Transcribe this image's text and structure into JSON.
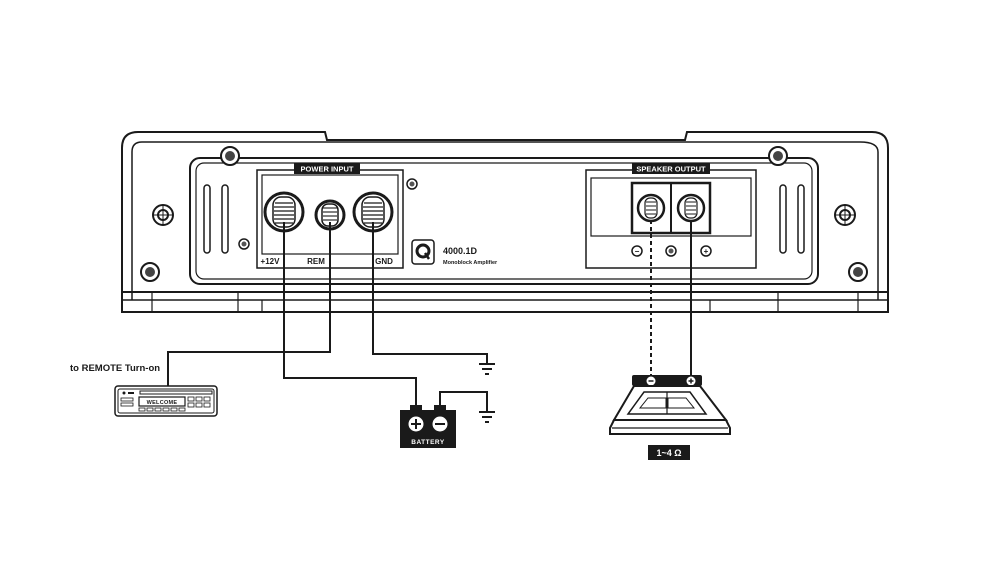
{
  "amplifier": {
    "power_input_label": "POWER INPUT",
    "terminal_12v": "+12V",
    "terminal_rem": "REM",
    "terminal_gnd": "GND",
    "model": "4000.1D",
    "model_subtitle": "Monoblock Amplifier",
    "speaker_output_label": "SPEAKER OUTPUT",
    "minus_symbol": "−",
    "plus_symbol": "+",
    "logo_icon": "q-logo-icon"
  },
  "remote_label": "to REMOTE Turn-on",
  "head_unit": {
    "display_text": "WELCOME",
    "icon": "car-stereo-icon"
  },
  "battery": {
    "label": "BATTERY",
    "plus_symbol": "+",
    "minus_symbol": "−",
    "icon": "battery-icon"
  },
  "speaker": {
    "impedance": "1~4 Ω",
    "minus_symbol": "−",
    "plus_symbol": "+",
    "icon": "speaker-icon"
  },
  "colors": {
    "line": "#1a1a1a",
    "label_bg": "#1a1a1a",
    "label_fg": "#ffffff"
  }
}
